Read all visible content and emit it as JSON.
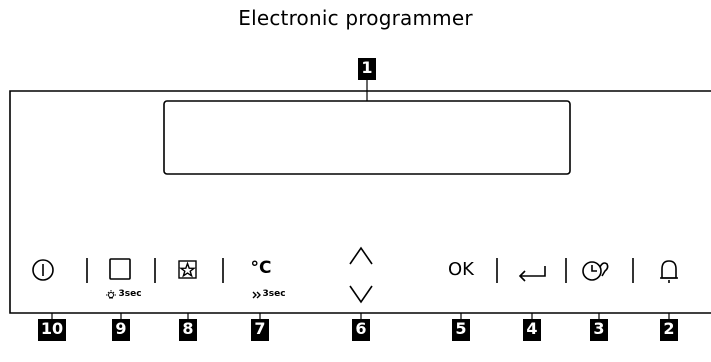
{
  "title": "Electronic programmer",
  "callouts": [
    "1",
    "2",
    "3",
    "4",
    "5",
    "6",
    "7",
    "8",
    "9",
    "10"
  ],
  "buttons": {
    "on_off": {
      "icon": "power-icon"
    },
    "light": {
      "icon": "square-light-icon",
      "sub": "3sec"
    },
    "favourite": {
      "icon": "star-box-icon"
    },
    "temperature": {
      "label": "°C",
      "sub": "3sec"
    },
    "nav": {
      "up_icon": "chevron-up-icon",
      "down_icon": "chevron-down-icon"
    },
    "ok": {
      "label": "OK"
    },
    "back": {
      "icon": "back-arrow-icon"
    },
    "timer": {
      "icon": "clock-functions-icon"
    },
    "minute_minder": {
      "icon": "bell-icon"
    }
  }
}
